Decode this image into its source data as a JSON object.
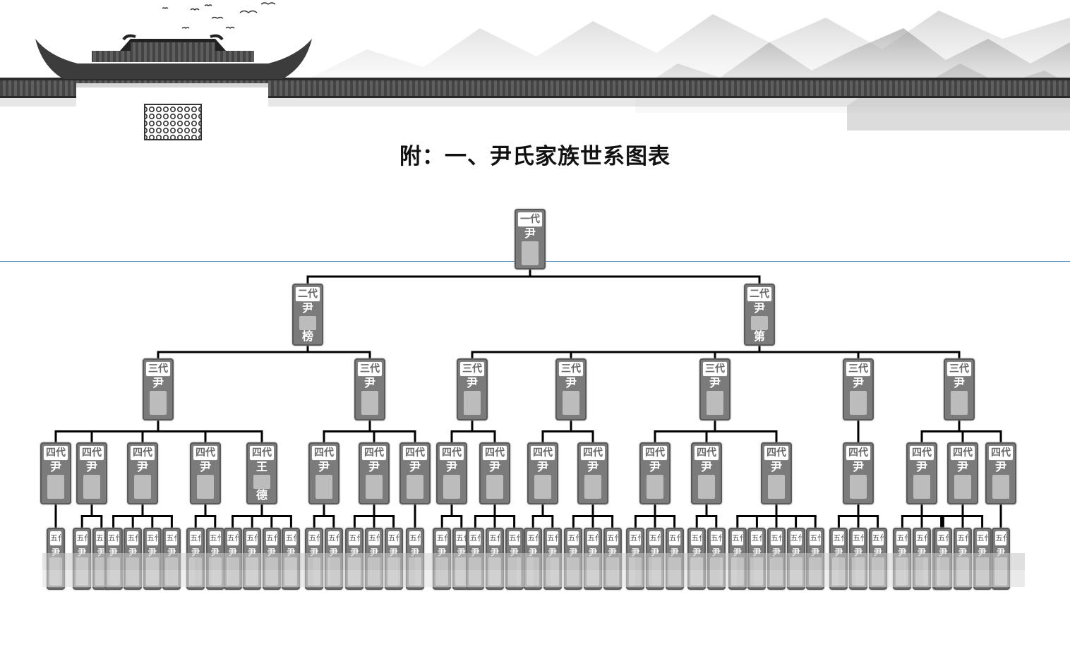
{
  "title": "附：一、尹氏家族世系图表",
  "tree": {
    "id": "n1",
    "gen": "一代",
    "name": "尹",
    "children": [
      {
        "id": "n2a",
        "gen": "二代",
        "name": "尹",
        "name_end": "榜",
        "children": [
          {
            "id": "n3a",
            "gen": "三代",
            "name": "尹",
            "children": [
              {
                "id": "n4a",
                "gen": "四代",
                "name": "尹",
                "children": [
                  {
                    "gen": "五代",
                    "name": "尹"
                  }
                ]
              },
              {
                "id": "n4b",
                "gen": "四代",
                "name": "尹",
                "children": [
                  {
                    "gen": "五代",
                    "name": "尹"
                  },
                  {
                    "gen": "五代",
                    "name": "尹"
                  }
                ]
              },
              {
                "id": "n4c",
                "gen": "四代",
                "name": "尹",
                "children": [
                  {
                    "gen": "五代",
                    "name": "尹"
                  },
                  {
                    "gen": "五代",
                    "name": "尹"
                  },
                  {
                    "gen": "五代",
                    "name": "尹"
                  },
                  {
                    "gen": "五代",
                    "name": "尹"
                  }
                ]
              },
              {
                "id": "n4d",
                "gen": "四代",
                "name": "尹",
                "children": [
                  {
                    "gen": "五代",
                    "name": "尹"
                  },
                  {
                    "gen": "五代",
                    "name": "尹"
                  }
                ]
              },
              {
                "id": "n4e",
                "gen": "四代",
                "name": "王",
                "name_end": "德",
                "children": [
                  {
                    "gen": "五代",
                    "name": "尹"
                  },
                  {
                    "gen": "五代",
                    "name": "尹"
                  },
                  {
                    "gen": "五代",
                    "name": "尹"
                  },
                  {
                    "gen": "五代",
                    "name": "尹"
                  }
                ]
              }
            ]
          },
          {
            "id": "n3b",
            "gen": "三代",
            "name": "尹",
            "children": [
              {
                "id": "n4f",
                "gen": "四代",
                "name": "尹",
                "children": [
                  {
                    "gen": "五代",
                    "name": "尹"
                  },
                  {
                    "gen": "五代",
                    "name": "尹"
                  }
                ]
              },
              {
                "id": "n4g",
                "gen": "四代",
                "name": "尹",
                "children": [
                  {
                    "gen": "五代",
                    "name": "尹"
                  },
                  {
                    "gen": "五代",
                    "name": "尹"
                  },
                  {
                    "gen": "五代",
                    "name": "尹"
                  }
                ]
              },
              {
                "id": "n4h",
                "gen": "四代",
                "name": "尹",
                "children": [
                  {
                    "gen": "五代",
                    "name": "尹"
                  }
                ]
              }
            ]
          }
        ]
      },
      {
        "id": "n2b",
        "gen": "二代",
        "name": "尹",
        "name_end": "第",
        "children": [
          {
            "id": "n3c",
            "gen": "三代",
            "name": "尹",
            "children": [
              {
                "id": "n4i",
                "gen": "四代",
                "name": "尹",
                "children": [
                  {
                    "gen": "五代",
                    "name": "尹"
                  },
                  {
                    "gen": "五代",
                    "name": "尹"
                  }
                ]
              },
              {
                "id": "n4j",
                "gen": "四代",
                "name": "尹",
                "children": [
                  {
                    "gen": "五代",
                    "name": "尹"
                  },
                  {
                    "gen": "五代",
                    "name": "尹"
                  },
                  {
                    "gen": "五代",
                    "name": "尹"
                  }
                ]
              }
            ]
          },
          {
            "id": "n3d",
            "gen": "三代",
            "name": "尹",
            "children": [
              {
                "id": "n4k",
                "gen": "四代",
                "name": "尹",
                "children": [
                  {
                    "gen": "五代",
                    "name": "尹"
                  },
                  {
                    "gen": "五代",
                    "name": "尹"
                  }
                ]
              },
              {
                "id": "n4l",
                "gen": "四代",
                "name": "尹",
                "children": [
                  {
                    "gen": "五代",
                    "name": "尹"
                  },
                  {
                    "gen": "五代",
                    "name": "尹"
                  },
                  {
                    "gen": "五代",
                    "name": "尹"
                  }
                ]
              }
            ]
          },
          {
            "id": "n3e",
            "gen": "三代",
            "name": "尹",
            "children": [
              {
                "id": "n4m",
                "gen": "四代",
                "name": "尹",
                "children": [
                  {
                    "gen": "五代",
                    "name": "尹"
                  },
                  {
                    "gen": "五代",
                    "name": "尹"
                  },
                  {
                    "gen": "五代",
                    "name": "尹"
                  }
                ]
              },
              {
                "id": "n4n",
                "gen": "四代",
                "name": "尹",
                "children": [
                  {
                    "gen": "五代",
                    "name": "尹"
                  },
                  {
                    "gen": "五代",
                    "name": "尹"
                  }
                ]
              },
              {
                "id": "n4o",
                "gen": "四代",
                "name": "尹",
                "children": [
                  {
                    "gen": "五代",
                    "name": "尹"
                  },
                  {
                    "gen": "五代",
                    "name": "尹"
                  },
                  {
                    "gen": "五代",
                    "name": "尹"
                  },
                  {
                    "gen": "五代",
                    "name": "尹"
                  },
                  {
                    "gen": "五代",
                    "name": "尹"
                  }
                ]
              }
            ]
          },
          {
            "id": "n3f",
            "gen": "三代",
            "name": "尹",
            "children": [
              {
                "id": "n4p",
                "gen": "四代",
                "name": "尹",
                "children": [
                  {
                    "gen": "五代",
                    "name": "尹"
                  },
                  {
                    "gen": "五代",
                    "name": "尹"
                  },
                  {
                    "gen": "五代",
                    "name": "尹"
                  }
                ]
              }
            ]
          },
          {
            "id": "n3g",
            "gen": "三代",
            "name": "尹",
            "children": [
              {
                "id": "n4q",
                "gen": "四代",
                "name": "尹",
                "children": [
                  {
                    "gen": "五代",
                    "name": "尹"
                  },
                  {
                    "gen": "五代",
                    "name": "尹"
                  },
                  {
                    "gen": "五代",
                    "name": "尹"
                  }
                ]
              },
              {
                "id": "n4r",
                "gen": "四代",
                "name": "尹",
                "children": [
                  {
                    "gen": "五代",
                    "name": "尹"
                  },
                  {
                    "gen": "五代",
                    "name": "尹"
                  },
                  {
                    "gen": "五代",
                    "name": "尹"
                  }
                ]
              },
              {
                "id": "n4s",
                "gen": "四代",
                "name": "尹",
                "children": [
                  {
                    "gen": "五代",
                    "name": "尹"
                  }
                ]
              }
            ]
          }
        ]
      }
    ]
  },
  "colors": {
    "node_fill": "#7b7b7b",
    "node_border": "#5a5a5a",
    "connector": "#000000",
    "rule_line": "#5b87b5"
  }
}
